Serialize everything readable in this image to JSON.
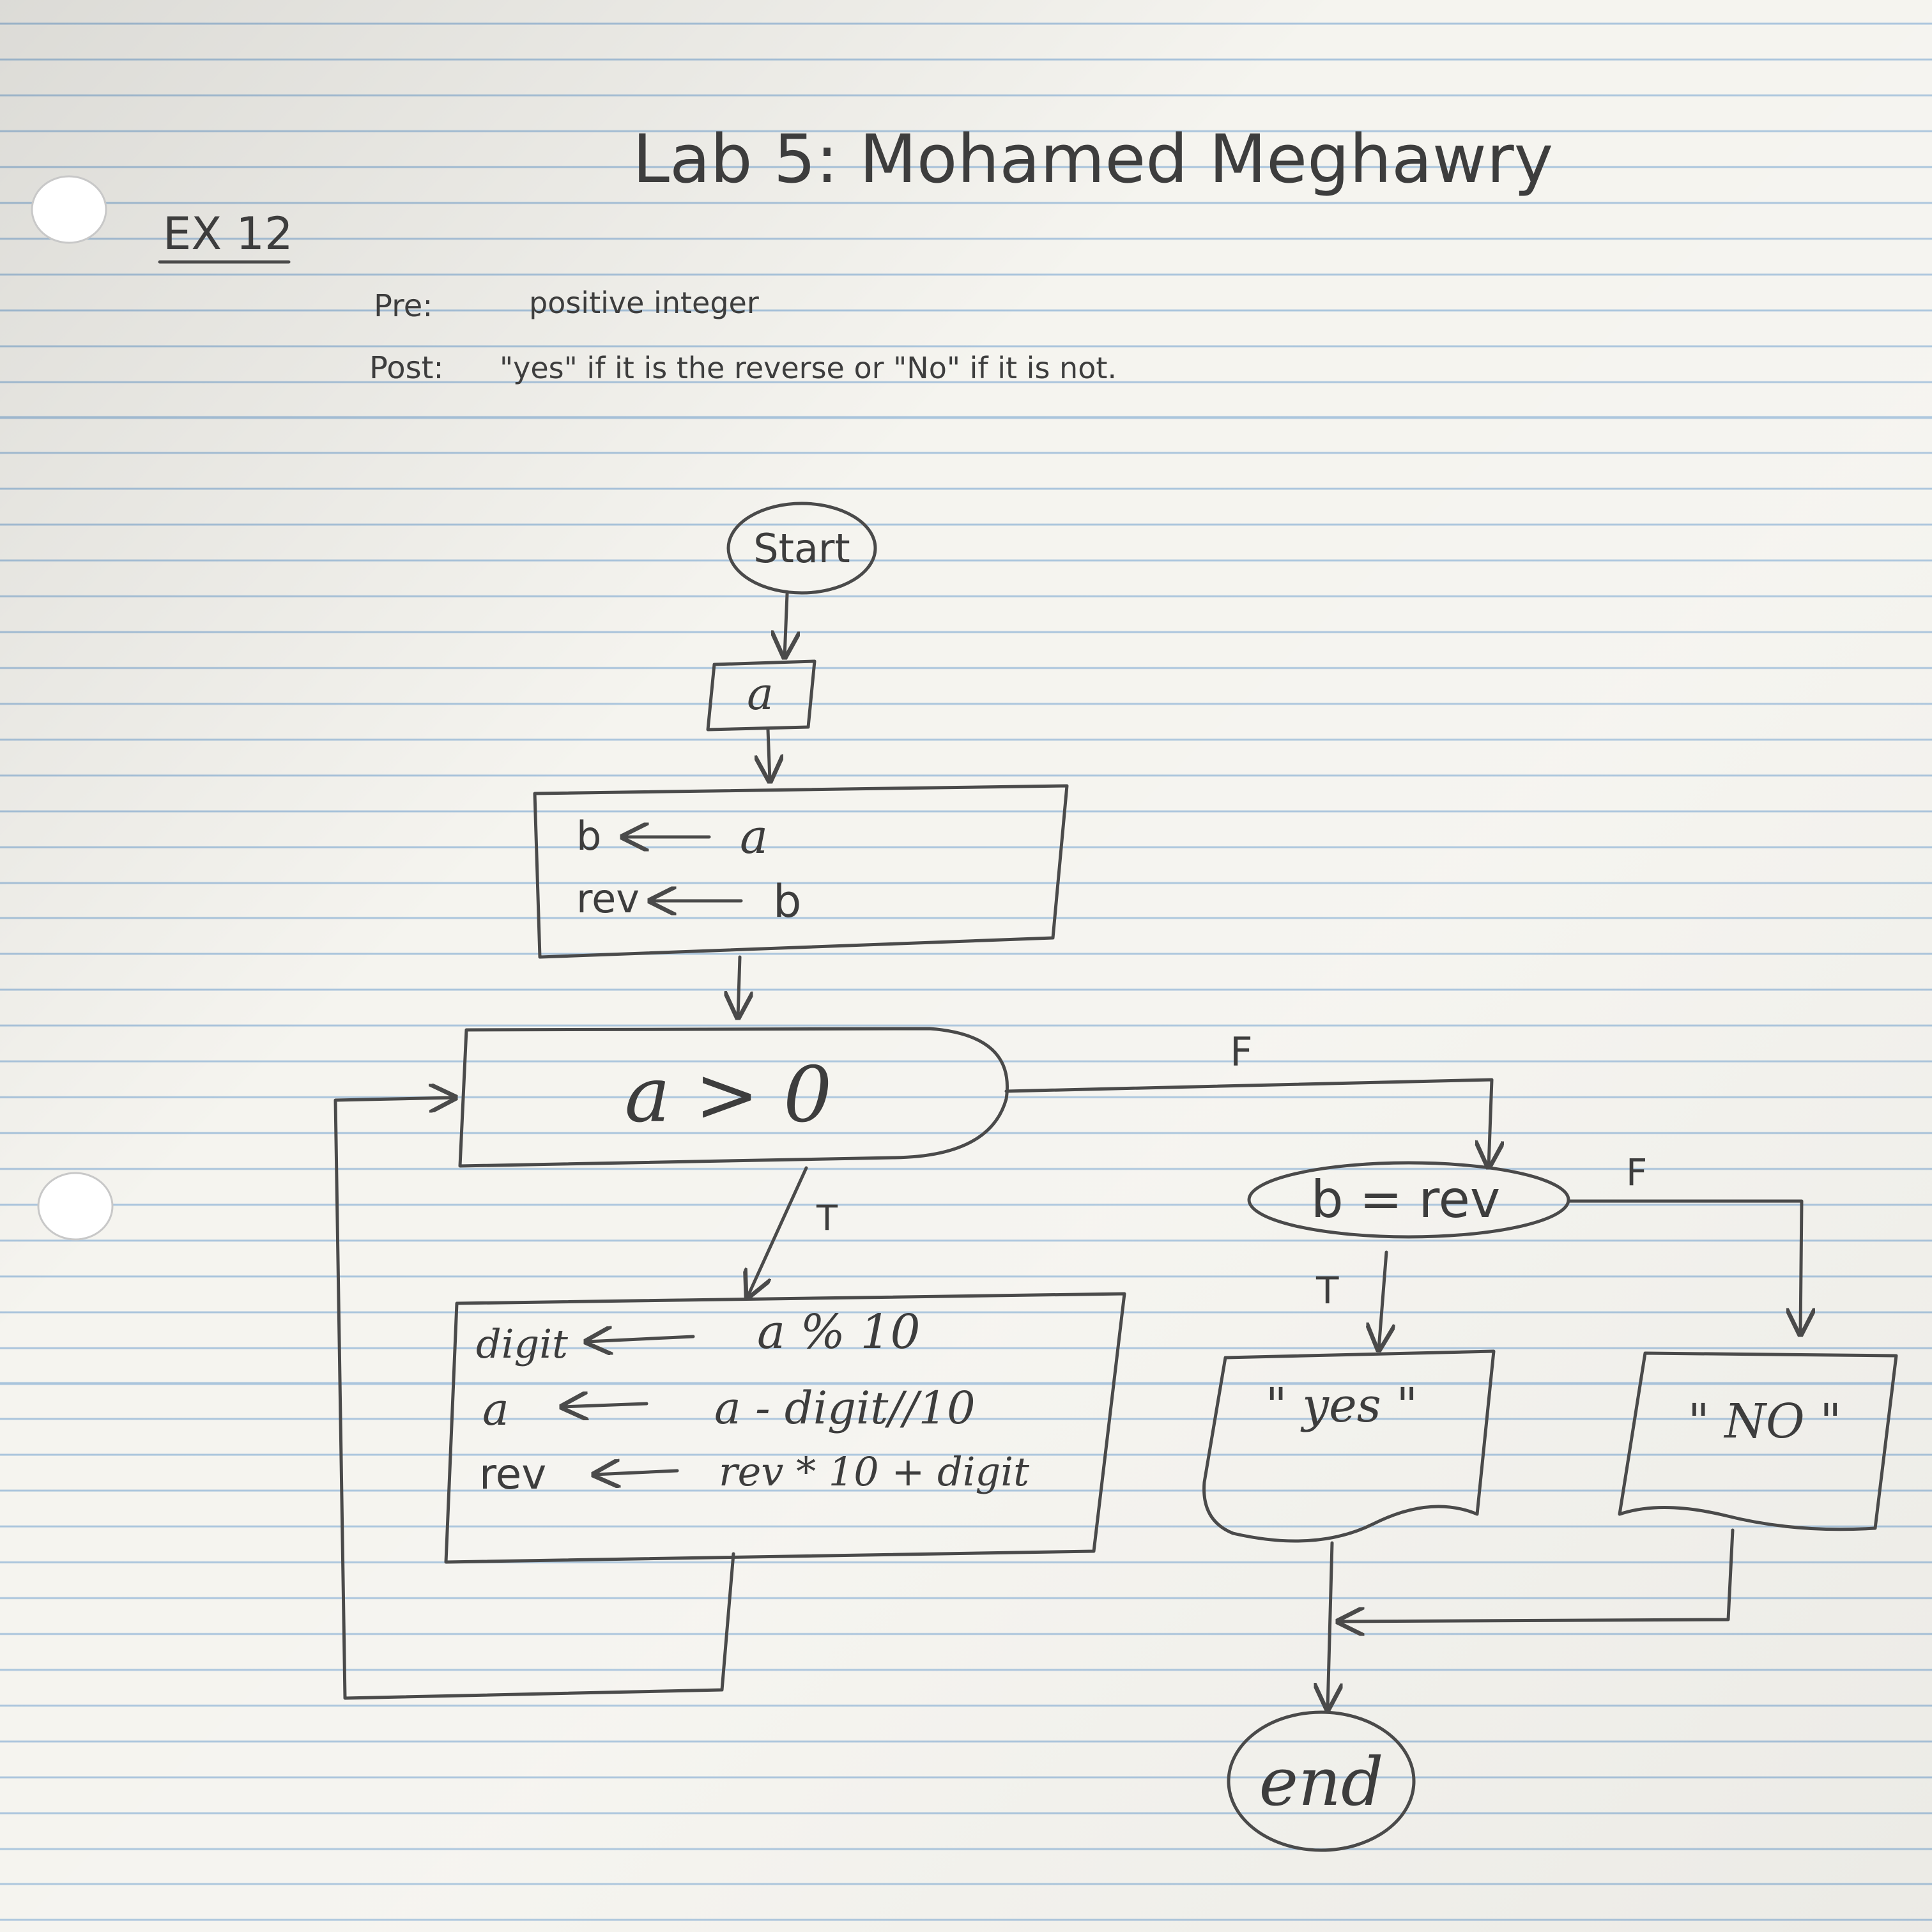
{
  "header": {
    "title": "Lab 5: Mohamed Meghawry",
    "exercise": "EX 12"
  },
  "spec": {
    "pre_label": "Pre:",
    "pre_text": "positive integer",
    "post_label": "Post:",
    "post_text": "\"yes\"  if it is the reverse  or  \"No\"  if it is not."
  },
  "flowchart": {
    "start": "Start",
    "input": "a",
    "init": {
      "line1_var": "b",
      "line1_val": "a",
      "line2_var": "rev",
      "line2_val": "b"
    },
    "loop_condition": "a > 0",
    "loop_false": "F",
    "loop_true": "T",
    "body": {
      "line1_var": "digit",
      "line1_val": "a % 10",
      "line2_var": "a",
      "line2_val": "a - digit//10",
      "line3_var": "rev",
      "line3_val": "rev * 10 + digit"
    },
    "check_condition": "b = rev",
    "check_true": "T",
    "check_false": "F",
    "output_yes": "\" yes \"",
    "output_no": "\" NO \"",
    "end": "end"
  }
}
